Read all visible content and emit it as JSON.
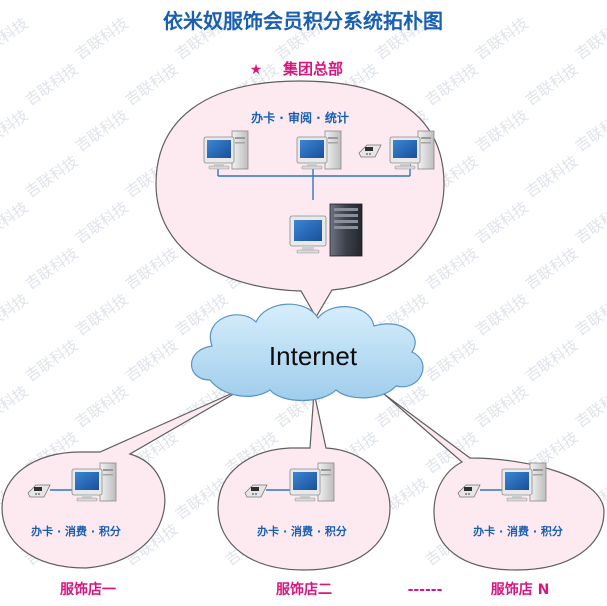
{
  "title": "依米奴服饰会员积分系统拓朴图",
  "watermark": "吉联科技",
  "hq": {
    "label": "集团总部",
    "star": "★",
    "functions": "办卡 · 审阅 · 统计"
  },
  "internet": {
    "label": "Internet"
  },
  "stores": [
    {
      "name": "服饰店一",
      "functions": "办卡 · 消费 · 积分"
    },
    {
      "name": "服饰店二",
      "functions": "办卡 · 消费 · 积分"
    },
    {
      "name": "服饰店 N",
      "functions": "办卡 · 消费 · 积分"
    }
  ],
  "ellipsis": "------",
  "colors": {
    "title_blue": "#1a5fb0",
    "accent_pink": "#d6177f",
    "bubble_fill": "#fde9f0",
    "bubble_stroke": "#5f5f5f",
    "cloud_fill": "#bfe0f4",
    "line_blue": "#2d77c7"
  }
}
